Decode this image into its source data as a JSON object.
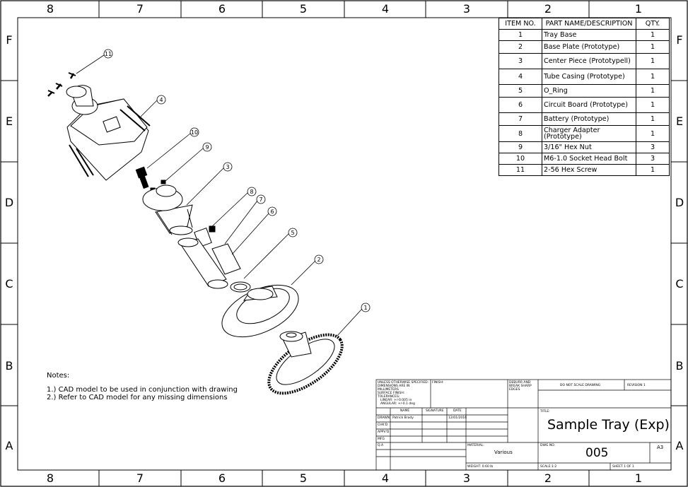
{
  "zones": {
    "columns": [
      "8",
      "7",
      "6",
      "5",
      "4",
      "3",
      "2",
      "1"
    ],
    "rows": [
      "F",
      "E",
      "D",
      "C",
      "B",
      "A"
    ]
  },
  "bom": {
    "headers": [
      "ITEM NO.",
      "PART NAME/DESCRIPTION",
      "QTY."
    ],
    "rows": [
      {
        "item": "1",
        "desc": "Tray Base",
        "qty": "1"
      },
      {
        "item": "2",
        "desc": "Base Plate (Prototype)",
        "qty": "1"
      },
      {
        "item": "3",
        "desc": "Center Piece (Prototypell)",
        "qty": "1"
      },
      {
        "item": "4",
        "desc": "Tube Casing (Prototype)",
        "qty": "1"
      },
      {
        "item": "5",
        "desc": "O_Ring",
        "qty": "1"
      },
      {
        "item": "6",
        "desc": "Circuit Board (Prototype)",
        "qty": "1"
      },
      {
        "item": "7",
        "desc": "Battery (Prototype)",
        "qty": "1"
      },
      {
        "item": "8",
        "desc": "Charger Adapter (Prototype)",
        "qty": "1"
      },
      {
        "item": "9",
        "desc": "3/16\" Hex Nut",
        "qty": "3"
      },
      {
        "item": "10",
        "desc": "M6-1.0 Socket Head Bolt",
        "qty": "3"
      },
      {
        "item": "11",
        "desc": "2-56 Hex Screw",
        "qty": "1"
      }
    ]
  },
  "callouts": [
    "1",
    "2",
    "3",
    "4",
    "5",
    "6",
    "7",
    "8",
    "9",
    "10",
    "11"
  ],
  "notes": {
    "title": "Notes:",
    "line1": "1.) CAD model to be used in conjunction with drawing",
    "line2": "2.) Refer to CAD model for any missing dimensions"
  },
  "title_block": {
    "unless": "UNLESS OTHERWISE SPECIFIED:",
    "dims": "DIMENSIONS ARE IN MILLIMETERS",
    "surface": "SURFACE FINISH:",
    "tol": "TOLERANCES:",
    "linear": "LINEAR: +/-0.005 in",
    "angular": "ANGULAR: +/-0.1 deg",
    "finish": "FINISH:",
    "deburr": "DEBURR AND BREAK SHARP EDGES",
    "do_not_scale": "DO NOT SCALE DRAWING",
    "revision": "REVISION 1",
    "name_h": "NAME",
    "sig_h": "SIGNATURE",
    "date_h": "DATE",
    "drawn": "DRAWN",
    "drawn_name": "Patrick Brady",
    "drawn_date": "12/01/2016",
    "chkd": "CHK'D",
    "appvd": "APPV'D",
    "mfg": "MFG",
    "qa": "Q.A",
    "material_label": "MATERIAL:",
    "material": "Various",
    "weight": "WEIGHT: 0.60 lb",
    "title_label": "TITLE:",
    "title": "Sample Tray (Exp)",
    "dwg_label": "DWG NO.",
    "dwg_no": "005",
    "size": "A3",
    "scale": "SCALE:1:2",
    "sheet": "SHEET 1 OF 1"
  }
}
